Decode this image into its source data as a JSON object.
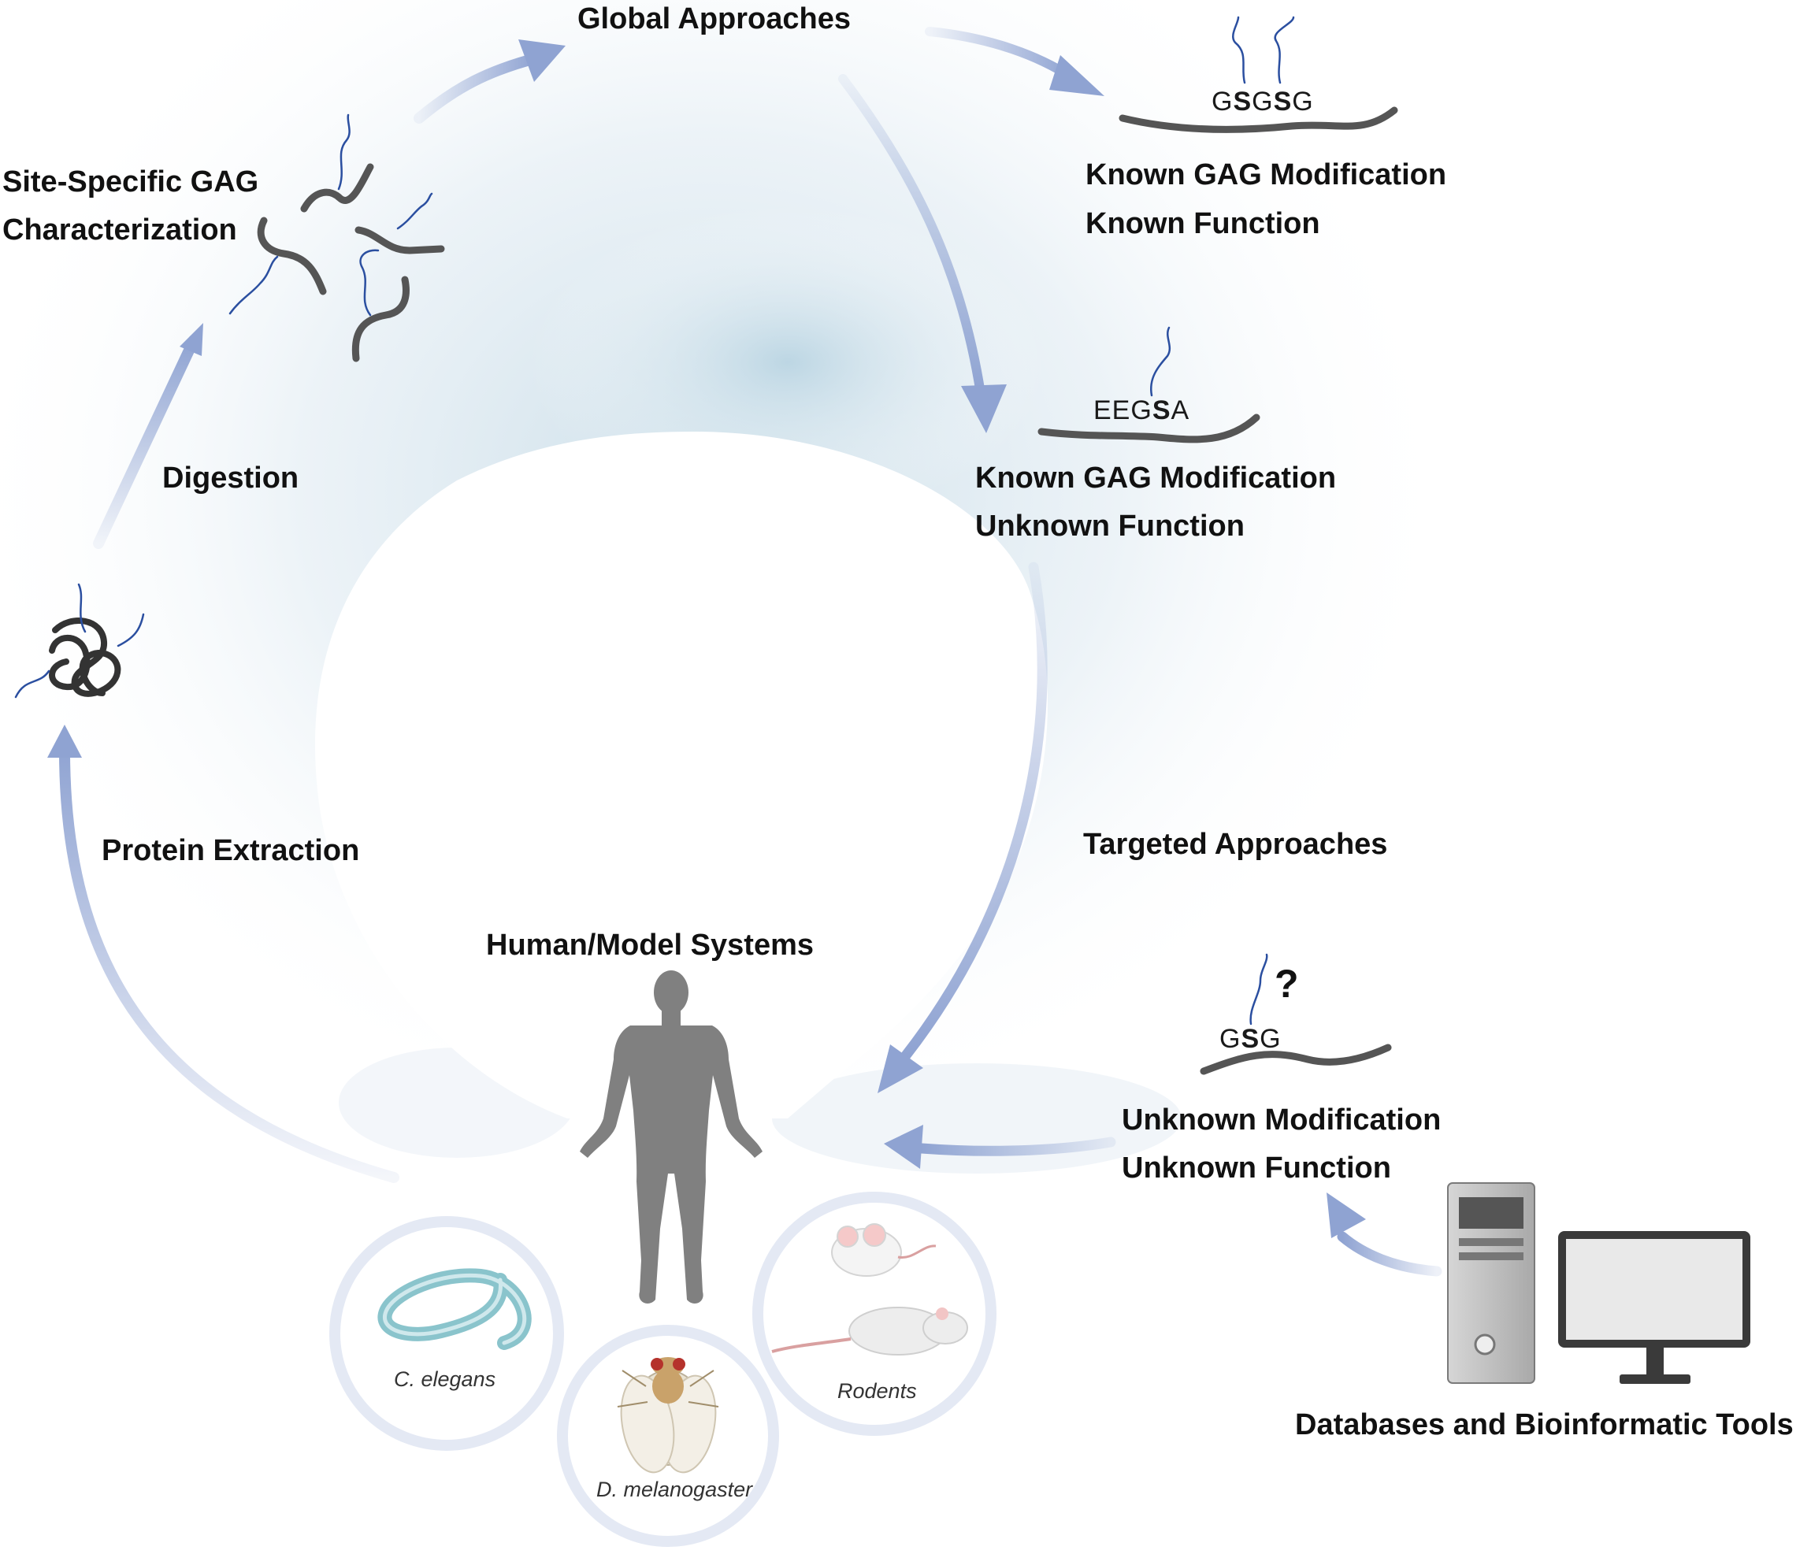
{
  "labels": {
    "global_approaches": "Global Approaches",
    "site_specific_line1": "Site-Specific GAG",
    "site_specific_line2": "Characterization",
    "digestion": "Digestion",
    "protein_extraction": "Protein Extraction",
    "human_model_systems": "Human/Model Systems",
    "targeted_approaches": "Targeted Approaches",
    "known_known_line1": "Known GAG Modification",
    "known_known_line2": "Known  Function",
    "known_unknown_line1": "Known GAG Modification",
    "known_unknown_line2": "Unknown Function",
    "unknown_unknown_line1": "Unknown Modification",
    "unknown_unknown_line2": "Unknown Function",
    "databases": "Databases and Bioinformatic Tools"
  },
  "sequences": {
    "gsgsg": {
      "p1": "G",
      "p2": "S",
      "p3": "G",
      "p4": "S",
      "p5": "G"
    },
    "eegsa": {
      "p1": "EEG",
      "p2": "S",
      "p3": "A"
    },
    "gsg": {
      "p1": "G",
      "p2": "S",
      "p3": "G"
    }
  },
  "question_mark": "?",
  "organisms": {
    "c_elegans": "C. elegans",
    "d_melanogaster": "D. melanogaster",
    "rodents": "Rodents"
  },
  "colors": {
    "arrow": "#8fa3d2",
    "protein_chain": "#555555",
    "glycan": "#2b4fa0",
    "silhouette": "#808080",
    "organism_ring": "#e4e9f4",
    "worm": "#8ac4cc",
    "text": "#111111"
  }
}
